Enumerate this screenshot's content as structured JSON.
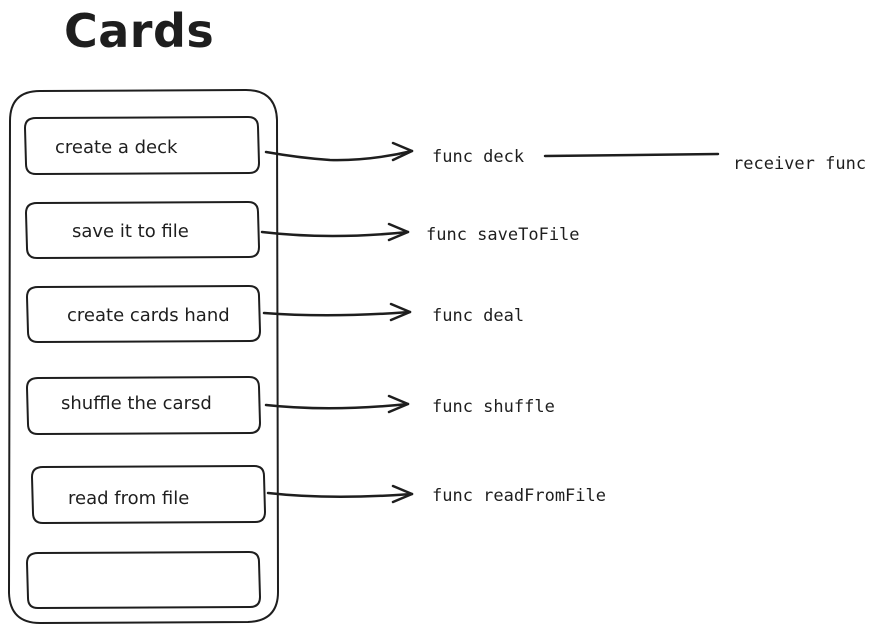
{
  "title": "Cards",
  "steps": [
    {
      "label": "create a deck",
      "function": "func deck"
    },
    {
      "label": "save it to file",
      "function": "func saveToFile"
    },
    {
      "label": "create cards hand",
      "function": "func deal"
    },
    {
      "label": "shuffle the carsd",
      "function": "func shuffle"
    },
    {
      "label": "read from file",
      "function": "func readFromFile"
    },
    {
      "label": "",
      "function": ""
    }
  ],
  "receiver_note": "receiver func",
  "colors": {
    "stroke": "#1e1e1e",
    "background": "#ffffff"
  }
}
